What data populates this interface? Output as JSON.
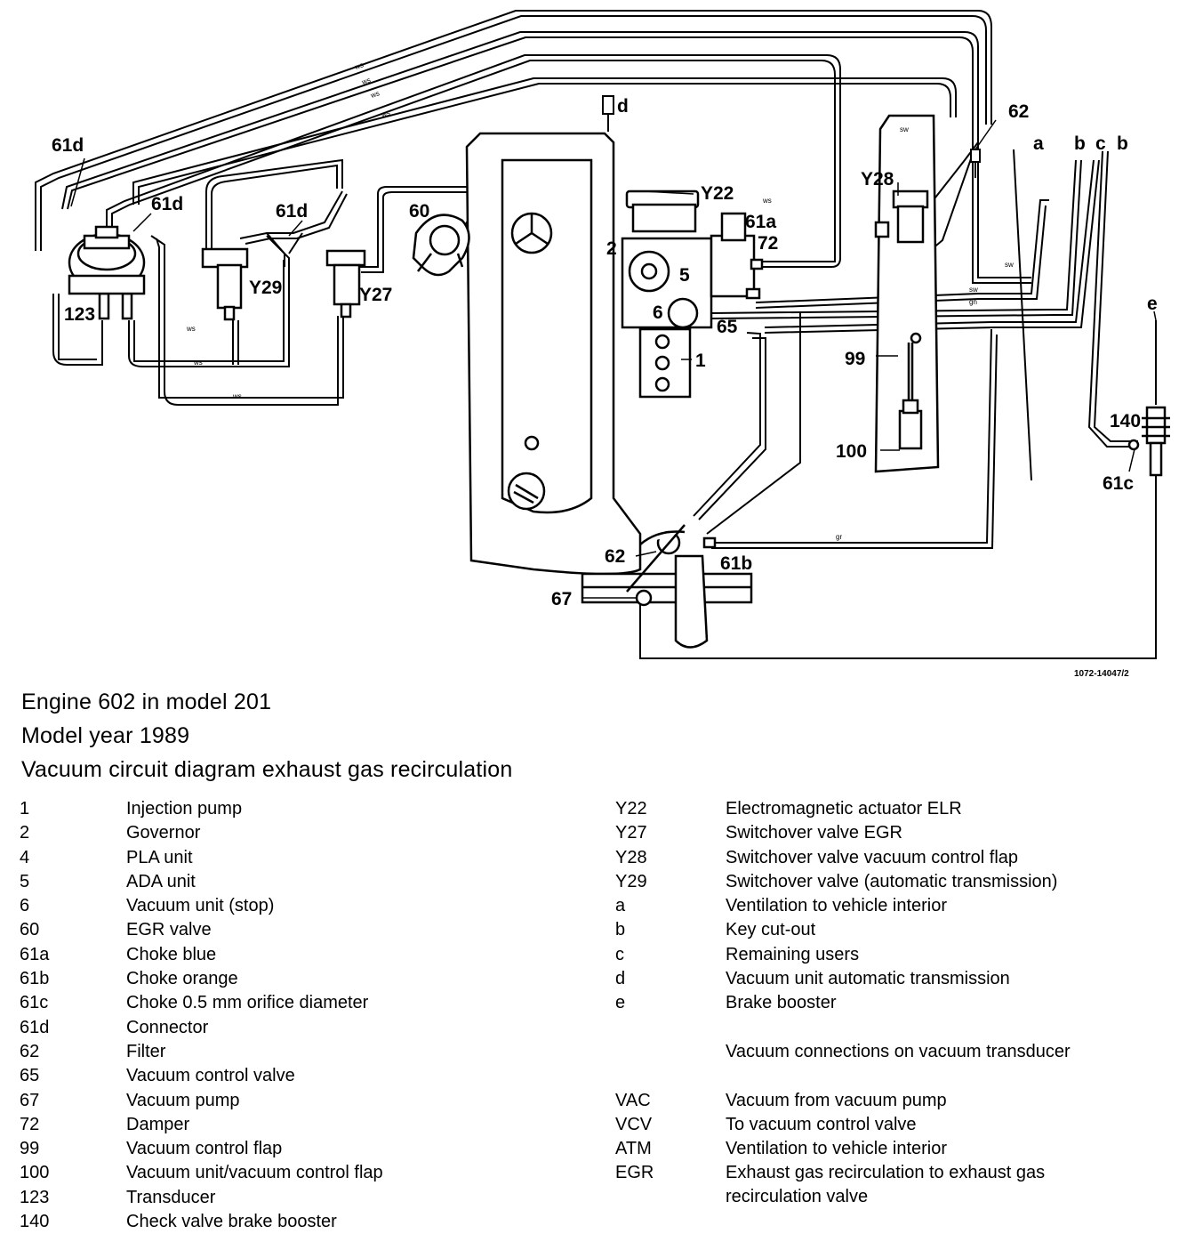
{
  "diagram": {
    "labels": {
      "l61d_a": "61d",
      "l61d_b": "61d",
      "l61d_c": "61d",
      "l60": "60",
      "l123": "123",
      "lY29": "Y29",
      "lY27": "Y27",
      "lY22": "Y22",
      "l61a": "61a",
      "l72": "72",
      "l2": "2",
      "l5": "5",
      "l6": "6",
      "l65": "65",
      "l1": "1",
      "ld": "d",
      "l62_a": "62",
      "l62_b": "62",
      "lY28": "Y28",
      "la": "a",
      "lb1": "b",
      "lc": "c",
      "lb2": "b",
      "le": "e",
      "l99": "99",
      "l100": "100",
      "l140": "140",
      "l61c": "61c",
      "l61b": "61b",
      "l67": "67"
    },
    "reference": "1072-14047/2"
  },
  "titles": {
    "line1": "Engine 602 in model 201",
    "line2": "Model year 1989",
    "line3": "Vacuum circuit diagram exhaust gas recirculation"
  },
  "legend_left": [
    {
      "code": "1",
      "desc": "Injection pump"
    },
    {
      "code": "2",
      "desc": "Governor"
    },
    {
      "code": "4",
      "desc": "PLA unit"
    },
    {
      "code": "5",
      "desc": "ADA unit"
    },
    {
      "code": "6",
      "desc": "Vacuum unit (stop)"
    },
    {
      "code": "60",
      "desc": "EGR valve"
    },
    {
      "code": "61a",
      "desc": "Choke blue"
    },
    {
      "code": "61b",
      "desc": "Choke orange"
    },
    {
      "code": "61c",
      "desc": "Choke 0.5 mm orifice diameter"
    },
    {
      "code": "61d",
      "desc": "Connector"
    },
    {
      "code": "62",
      "desc": "Filter"
    },
    {
      "code": "65",
      "desc": "Vacuum control valve"
    },
    {
      "code": "67",
      "desc": "Vacuum pump"
    },
    {
      "code": "72",
      "desc": "Damper"
    },
    {
      "code": "99",
      "desc": "Vacuum control flap"
    },
    {
      "code": "100",
      "desc": "Vacuum unit/vacuum control flap"
    },
    {
      "code": "123",
      "desc": "Transducer"
    },
    {
      "code": "140",
      "desc": "Check valve brake booster"
    }
  ],
  "legend_right": [
    {
      "code": "Y22",
      "desc": "Electromagnetic actuator ELR"
    },
    {
      "code": "Y27",
      "desc": "Switchover valve EGR"
    },
    {
      "code": "Y28",
      "desc": "Switchover valve vacuum control flap"
    },
    {
      "code": "Y29",
      "desc": "Switchover valve (automatic transmission)"
    },
    {
      "code": "a",
      "desc": "Ventilation to vehicle interior"
    },
    {
      "code": "b",
      "desc": "Key cut-out"
    },
    {
      "code": "c",
      "desc": "Remaining users"
    },
    {
      "code": "d",
      "desc": "Vacuum unit automatic transmission"
    },
    {
      "code": "e",
      "desc": "Brake booster"
    },
    {
      "code": "",
      "desc": ""
    },
    {
      "code": "",
      "desc": "Vacuum connections on vacuum transducer"
    },
    {
      "code": "",
      "desc": ""
    },
    {
      "code": "VAC",
      "desc": "Vacuum from vacuum pump"
    },
    {
      "code": "VCV",
      "desc": "To vacuum control valve"
    },
    {
      "code": "ATM",
      "desc": "Ventilation to vehicle interior"
    },
    {
      "code": "EGR",
      "desc": "Exhaust gas recirculation to exhaust gas recirculation valve"
    }
  ]
}
